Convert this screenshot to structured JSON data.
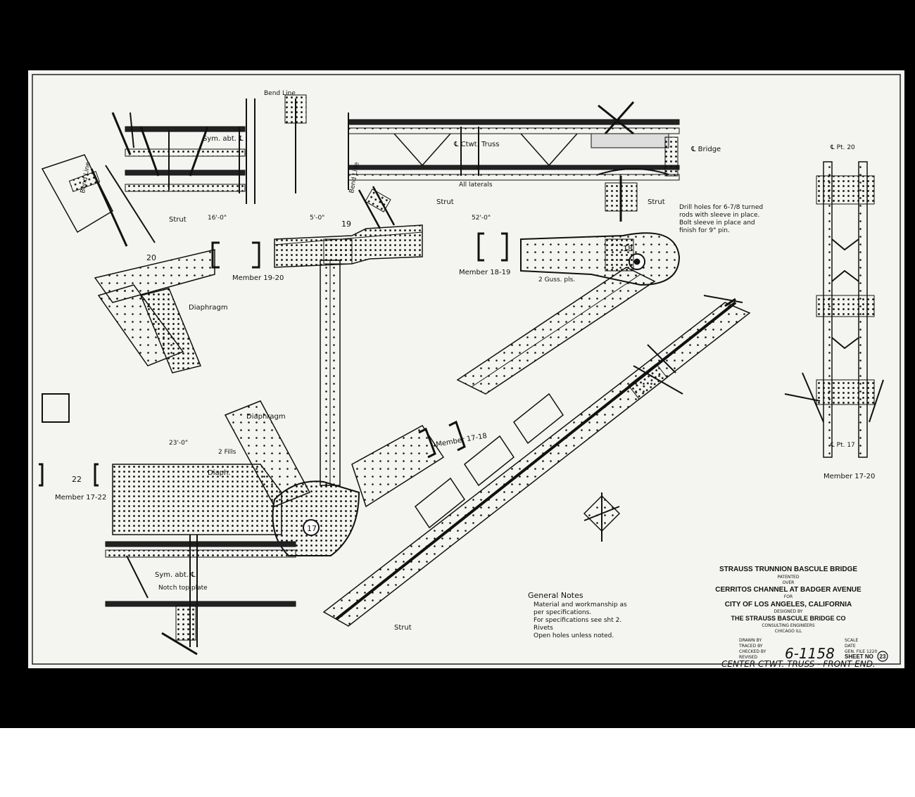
{
  "title_block": {
    "title": "STRAUSS TRUNNION BASCULE BRIDGE",
    "patented": "PATENTED",
    "over": "OVER",
    "location": "CERRITOS CHANNEL AT BADGER AVENUE",
    "for": "FOR",
    "city": "CITY OF LOS ANGELES, CALIFORNIA",
    "designed_by": "DESIGNED BY",
    "company": "THE STRAUSS BASCULE BRIDGE CO",
    "company_role": "CONSULTING ENGINEERS",
    "company_city": "CHICAGO ILL",
    "drawn_by": "DRAWN BY",
    "traced_by": "TRACED BY",
    "checked_by": "CHECKED BY",
    "revised": "REVISED",
    "scale": "SCALE",
    "date": "DATE",
    "gen_file": "GEN. FILE 1220",
    "drawing_number": "6-1158",
    "sheet_label": "SHEET NO",
    "sheet_number": "23",
    "subtitle": "CENTER CTWT. TRUSS - FRONT END."
  },
  "notes": {
    "heading": "General Notes",
    "lines": [
      "Material and workmanship as",
      "per specifications.",
      "For specifications see sht 2.",
      "Rivets",
      "Open holes unless noted."
    ]
  },
  "labels": {
    "bend_line_top": "Bend Line",
    "bend_line_mid": "Bend Line",
    "bend_line_left": "Bend Line",
    "ctwt_truss": "℄ Ctwt. Truss",
    "bridge": "℄ Bridge",
    "sym_top": "Sym. abt. ℄",
    "sym_bottom": "Sym. abt. ℄",
    "strut_left": "Strut",
    "strut_mid": "Strut",
    "strut_right": "Strut",
    "strut_bottom": "Strut",
    "diaphragm_1": "Diaphragm",
    "diaphragm_2": "Diaphragm",
    "diaph_3": "Diaph.",
    "member_19_20": "Member 19-20",
    "member_18_19": "Member 18-19",
    "member_17_18": "Member 17-18",
    "member_17_22": "Member 17-22",
    "member_17_20": "Member 17-20",
    "node_17": "17",
    "node_18": "18",
    "node_19": "19",
    "node_20": "20",
    "node_22": "22",
    "pt_20": "℄ Pt. 20",
    "pt_17": "℄ Pt. 17",
    "drill_holes_1": "Drill holes for 6-7/8 turned",
    "drill_holes_2": "rods with sleeve in place.",
    "drill_holes_3": "Bolt sleeve in place and",
    "drill_holes_4": "finish for 9\" pin.",
    "all_laterals": "All laterals",
    "notch_top_plate": "Notch top plate",
    "dim_16_0": "16'-0\"",
    "dim_52_0": "52'-0\"",
    "dim_23_0": "23'-0\"",
    "dim_5_0": "5'-0\"",
    "fills_2": "2 Fills",
    "gusset_pls": "2 Guss. pls."
  }
}
